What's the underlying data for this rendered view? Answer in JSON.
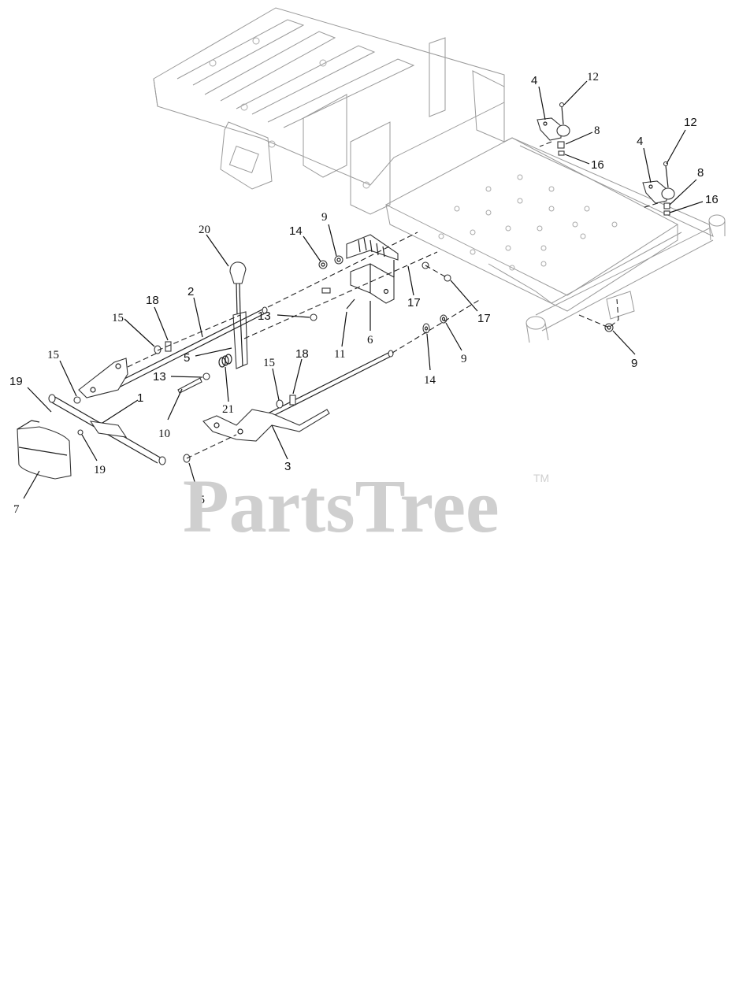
{
  "watermark": {
    "text": "PartsTree",
    "tm": "TM"
  },
  "callouts": [
    {
      "id": "c-4a",
      "text": "4"
    },
    {
      "id": "c-12a",
      "text": "12"
    },
    {
      "id": "c-8a",
      "text": "8"
    },
    {
      "id": "c-16a",
      "text": "16"
    },
    {
      "id": "c-4b",
      "text": "4"
    },
    {
      "id": "c-12b",
      "text": "12"
    },
    {
      "id": "c-8b",
      "text": "8"
    },
    {
      "id": "c-16b",
      "text": "16"
    },
    {
      "id": "c-9a",
      "text": "9"
    },
    {
      "id": "c-14a",
      "text": "14"
    },
    {
      "id": "c-20",
      "text": "20"
    },
    {
      "id": "c-2",
      "text": "2"
    },
    {
      "id": "c-18a",
      "text": "18"
    },
    {
      "id": "c-15a",
      "text": "15"
    },
    {
      "id": "c-17a",
      "text": "17"
    },
    {
      "id": "c-17b",
      "text": "17"
    },
    {
      "id": "c-13a",
      "text": "13"
    },
    {
      "id": "c-5",
      "text": "5"
    },
    {
      "id": "c-6",
      "text": "6"
    },
    {
      "id": "c-11",
      "text": "11"
    },
    {
      "id": "c-9b",
      "text": "9"
    },
    {
      "id": "c-9c",
      "text": "9"
    },
    {
      "id": "c-14b",
      "text": "14"
    },
    {
      "id": "c-15b",
      "text": "15"
    },
    {
      "id": "c-13b",
      "text": "13"
    },
    {
      "id": "c-18b",
      "text": "18"
    },
    {
      "id": "c-15c",
      "text": "15"
    },
    {
      "id": "c-19a",
      "text": "19"
    },
    {
      "id": "c-1",
      "text": "1"
    },
    {
      "id": "c-21",
      "text": "21"
    },
    {
      "id": "c-10",
      "text": "10"
    },
    {
      "id": "c-19b",
      "text": "19"
    },
    {
      "id": "c-3",
      "text": "3"
    },
    {
      "id": "c-7",
      "text": "7"
    },
    {
      "id": "c-15d",
      "text": "15"
    }
  ]
}
